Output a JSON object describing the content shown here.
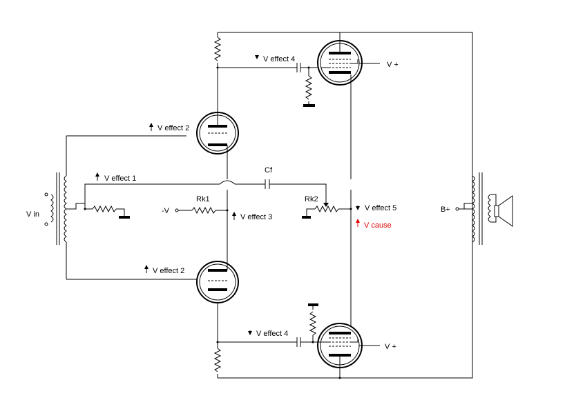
{
  "labels": {
    "v_in": "V in",
    "v_effect_1": "V effect 1",
    "v_effect_2_top": "V effect 2",
    "v_effect_2_bottom": "V effect 2",
    "v_effect_3": "V effect 3",
    "v_effect_4_top": "V effect 4",
    "v_effect_4_bottom": "V effect 4",
    "v_effect_5": "V effect 5",
    "v_cause": "V cause",
    "neg_v": "-V",
    "rk1": "Rk1",
    "rk2": "Rk2",
    "cf": "Cf",
    "v_plus_top": "V +",
    "v_plus_bottom": "V +",
    "b_plus": "B+"
  },
  "colors": {
    "line": "#000000",
    "accent_red": "#e00000",
    "background": "#ffffff"
  }
}
